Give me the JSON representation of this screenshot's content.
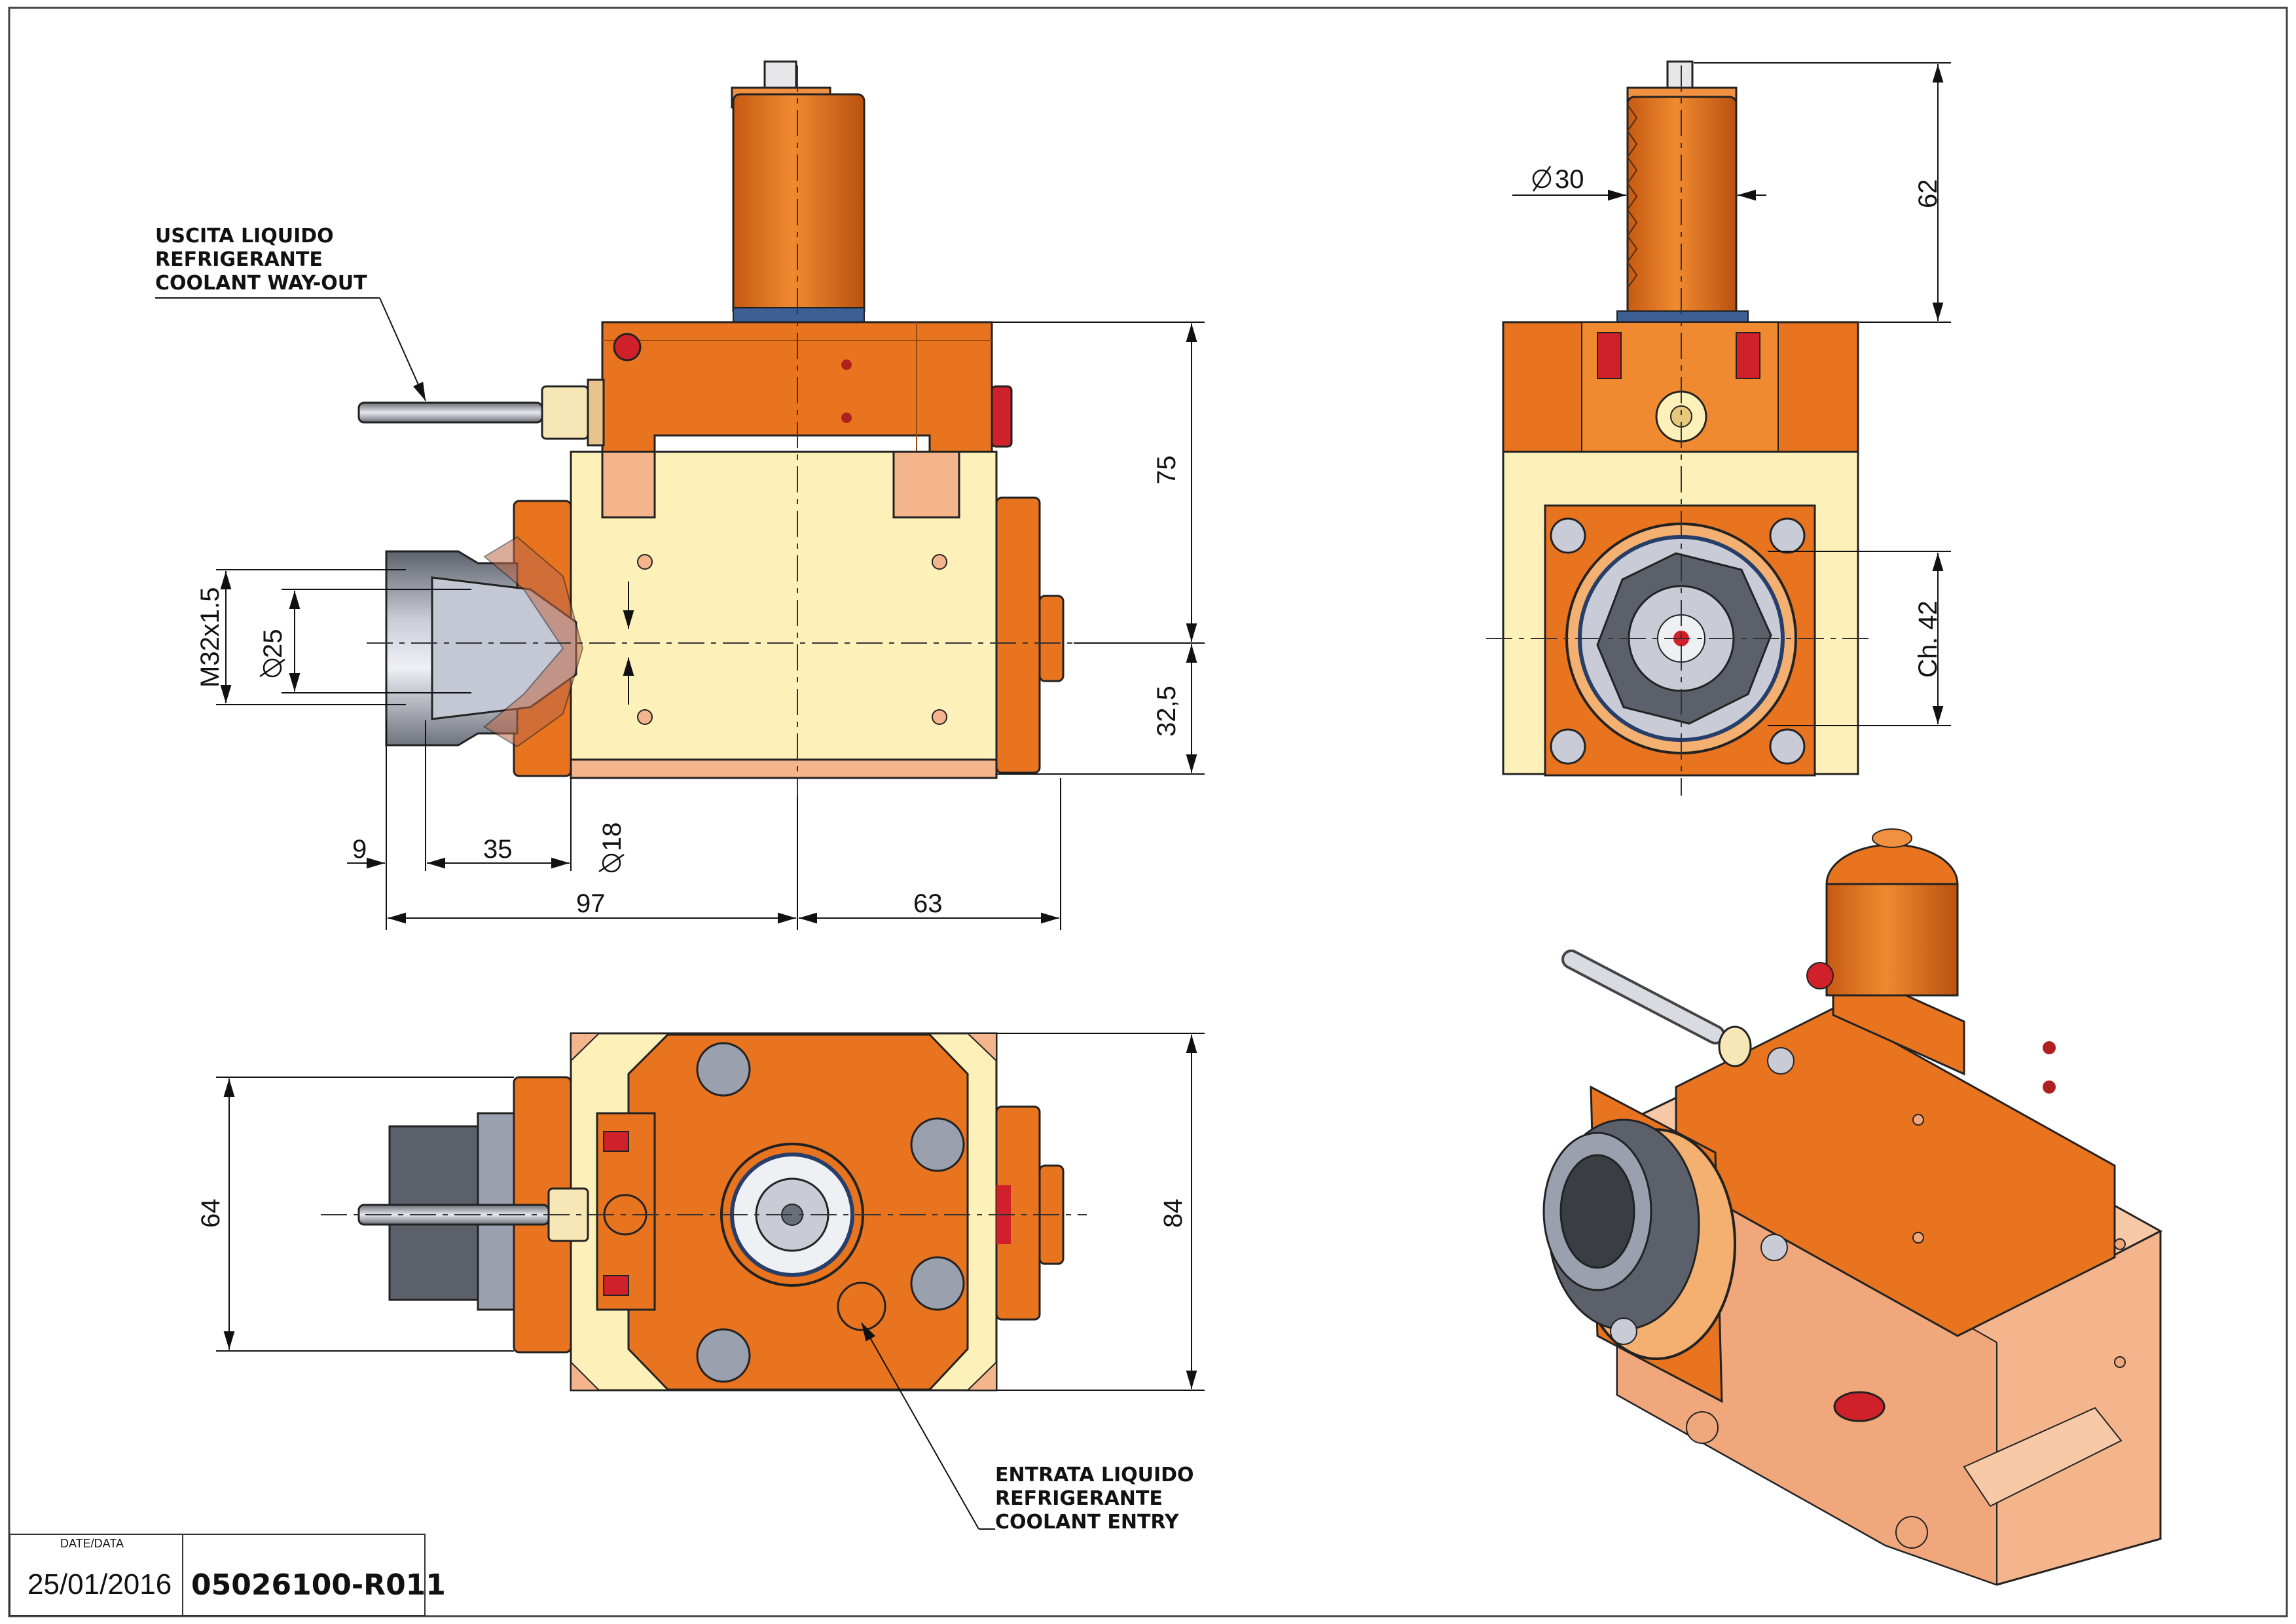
{
  "callouts": {
    "coolant_out": [
      "USCITA LIQUIDO",
      "REFRIGERANTE",
      "COOLANT WAY-OUT"
    ],
    "coolant_in": [
      "ENTRATA LIQUIDO",
      "REFRIGERANTE",
      "COOLANT ENTRY"
    ]
  },
  "dimensions": {
    "front_height_upper": "75",
    "front_height_lower": "32,5",
    "thread": "M32x1.5",
    "bore_dia": "25",
    "small_dia": "18",
    "offset_9": "9",
    "offset_35": "35",
    "length_97": "97",
    "length_63": "63",
    "top_width": "64",
    "top_height": "84",
    "shaft_dia": "30",
    "shaft_len": "62",
    "wrench": "Ch. 42"
  },
  "title_block": {
    "date_caption": "DATE/DATA",
    "date": "25/01/2016",
    "code": "05026100-R011"
  },
  "colors": {
    "orange": "#e8741c",
    "orange_dark": "#b65410",
    "cream": "#fdf0b8",
    "salmon": "#f4b48c",
    "steel": "#9aa0ad",
    "dark_steel": "#5c606b",
    "red": "#d0202a"
  }
}
